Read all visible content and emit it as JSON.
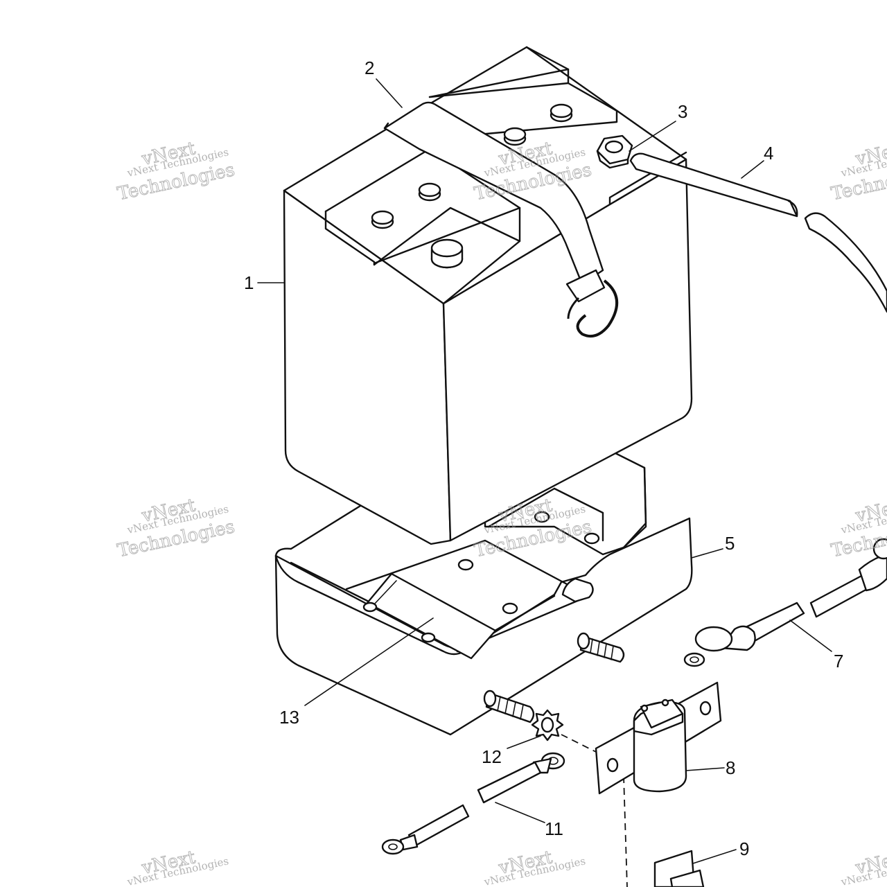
{
  "callouts": [
    {
      "label": "1",
      "part": "battery"
    },
    {
      "label": "2",
      "part": "strap"
    },
    {
      "label": "3",
      "part": "nut"
    },
    {
      "label": "4",
      "part": "cable"
    },
    {
      "label": "5",
      "part": "battery-box"
    },
    {
      "label": "7",
      "part": "cable"
    },
    {
      "label": "8",
      "part": "solenoid"
    },
    {
      "label": "9",
      "part": "clip"
    },
    {
      "label": "11",
      "part": "ground-cable"
    },
    {
      "label": "12",
      "part": "washer"
    },
    {
      "label": "13",
      "part": "pad"
    }
  ],
  "watermark": {
    "line1": "vNext",
    "line2": "vNext Technologies",
    "line3": "Technologies"
  }
}
